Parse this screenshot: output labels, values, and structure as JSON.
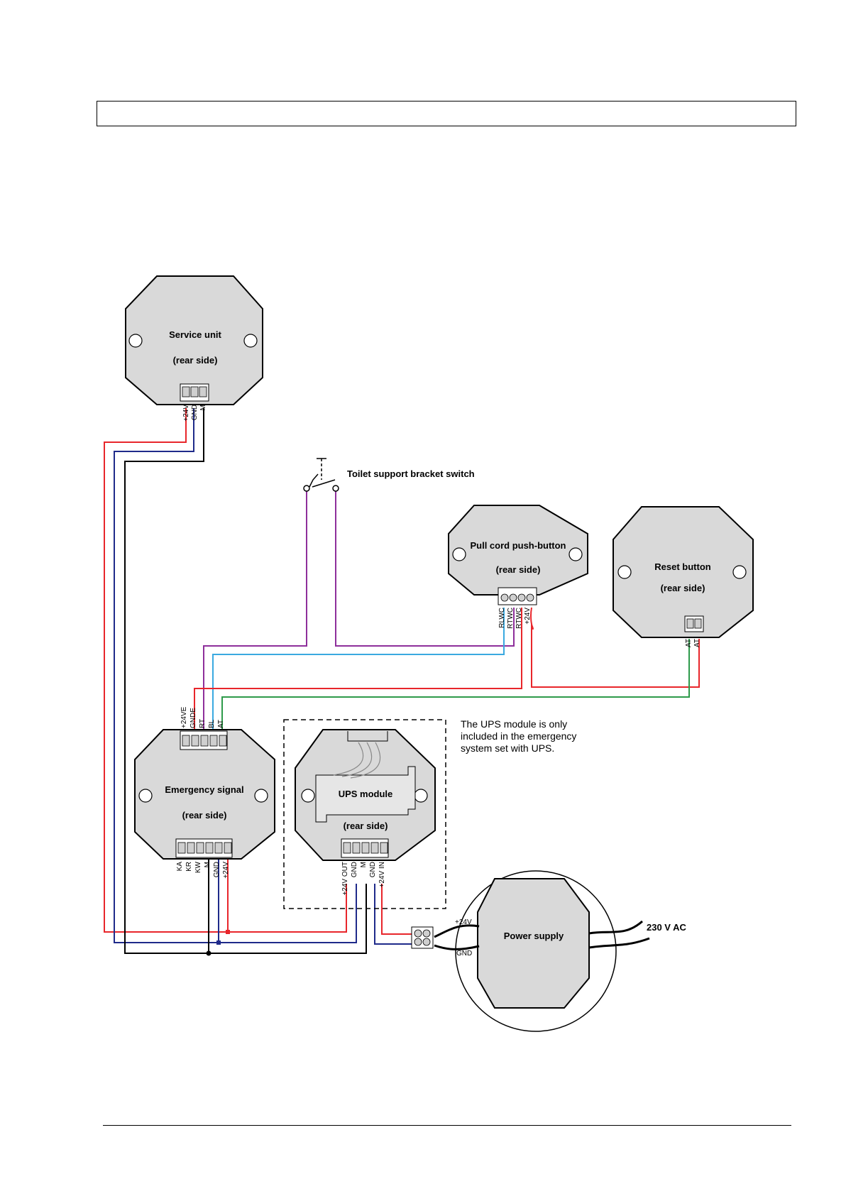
{
  "header": {
    "text": ""
  },
  "devices": {
    "service_unit": {
      "title": "Service unit",
      "subtitle": "(rear side)",
      "terminals": [
        "+24V",
        "GND",
        "M"
      ]
    },
    "toilet_switch": {
      "title": "Toilet support bracket switch"
    },
    "pull_cord": {
      "title": "Pull cord push-button",
      "subtitle": "(rear side)",
      "terminals": [
        "RLWC",
        "RTWC",
        "RTWC",
        "+24V"
      ]
    },
    "reset_button": {
      "title": "Reset button",
      "subtitle": "(rear side)",
      "terminals": [
        "AT",
        "AT"
      ]
    },
    "emergency_signal": {
      "title": "Emergency signal",
      "subtitle": "(rear side)",
      "top_terminals": [
        "+24VE",
        "GNDE",
        "RT",
        "BL",
        "AT"
      ],
      "bottom_terminals": [
        "KA",
        "KR",
        "KW",
        "M",
        "GND",
        "+24V"
      ]
    },
    "ups_module": {
      "title": "UPS module",
      "subtitle": "(rear side)",
      "terminals": [
        "+24V OUT",
        "GND",
        "M",
        "GND",
        "+24V IN"
      ],
      "note": [
        "The UPS module is only",
        "included in the emergency",
        "system set with UPS."
      ]
    },
    "power_supply": {
      "title": "Power supply",
      "plus_label": "+24V",
      "gnd_label": "GND",
      "mains_label": "230 V AC"
    }
  },
  "wire_colors": {
    "power_plus": "#e8262b",
    "ground": "#1f2a8a",
    "m_line": "#000000",
    "toilet_switch": "#8e2f9b",
    "bl_line": "#3aa9e0",
    "at_line": "#2e9a4a",
    "rt_line": "#e8262b"
  }
}
